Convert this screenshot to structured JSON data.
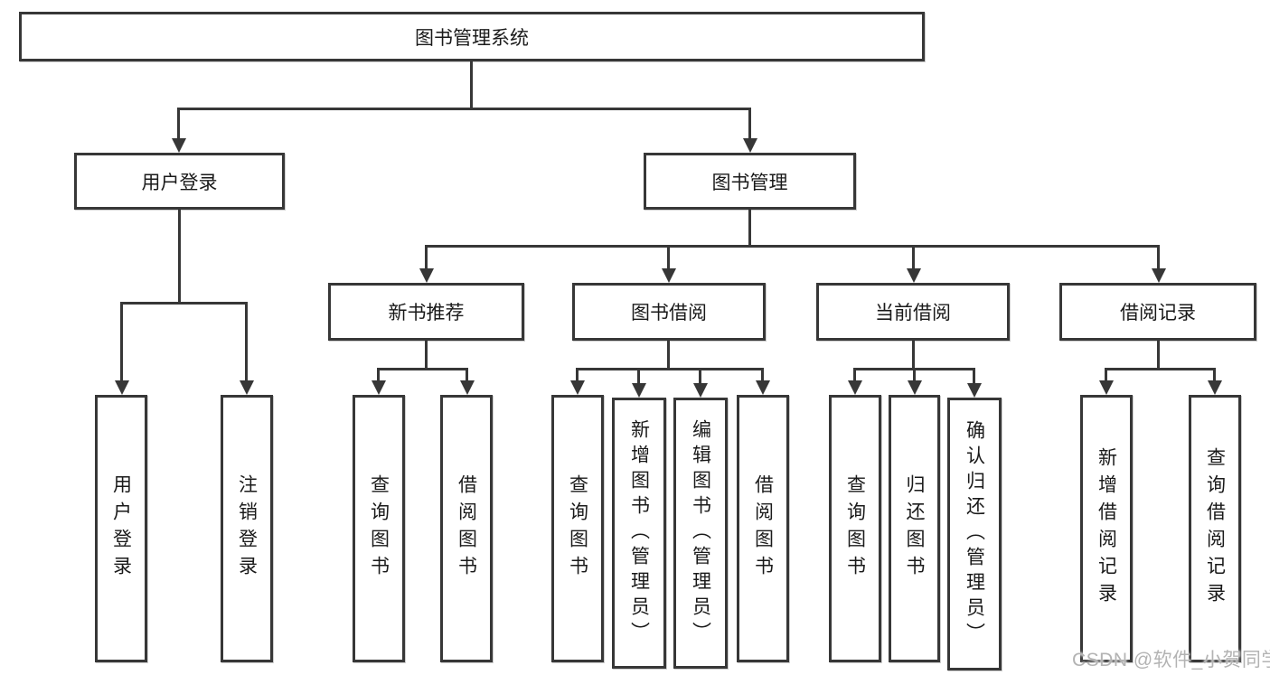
{
  "diagram": {
    "root": "图书管理系统",
    "level2": [
      "用户登录",
      "图书管理"
    ],
    "level3": [
      "新书推荐",
      "图书借阅",
      "当前借阅",
      "借阅记录"
    ],
    "children": {
      "user_login": [
        "用户登录",
        "注销登录"
      ],
      "new_book_recommendation": [
        "查询图书",
        "借阅图书"
      ],
      "book_borrowing": [
        "查询图书",
        "新增图书（管理员）",
        "编辑图书（管理员）",
        "借阅图书"
      ],
      "current_borrowing": [
        "查询图书",
        "归还图书",
        "确认归还（管理员）"
      ],
      "borrowing_records": [
        "新增借阅记录",
        "查询借阅记录"
      ]
    }
  },
  "watermark": "CSDN @软件_小贺同学",
  "colors": {
    "line": "#373737",
    "box_fill": "#ffffff",
    "text": "#1a1a1a",
    "watermark": "#b3b3b3"
  }
}
